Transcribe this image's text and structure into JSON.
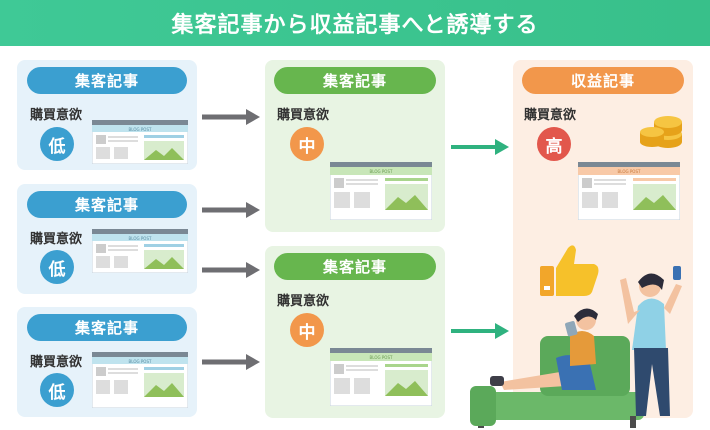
{
  "title": "集客記事から収益記事へと誘導する",
  "left_cards": [
    {
      "title": "集客記事",
      "label": "購買意欲",
      "level": "低"
    },
    {
      "title": "集客記事",
      "label": "購買意欲",
      "level": "低"
    },
    {
      "title": "集客記事",
      "label": "購買意欲",
      "level": "低"
    }
  ],
  "mid_cards": [
    {
      "title": "集客記事",
      "label": "購買意欲",
      "level": "中"
    },
    {
      "title": "集客記事",
      "label": "購買意欲",
      "level": "中"
    }
  ],
  "right_card": {
    "title": "収益記事",
    "label": "購買意欲",
    "level": "高"
  },
  "blog_text": "BLOG POST",
  "colors": {
    "banner": "#3fc996",
    "blue": "#3b9fd0",
    "green": "#67b64e",
    "orange": "#f2974b",
    "red": "#e2574c"
  }
}
